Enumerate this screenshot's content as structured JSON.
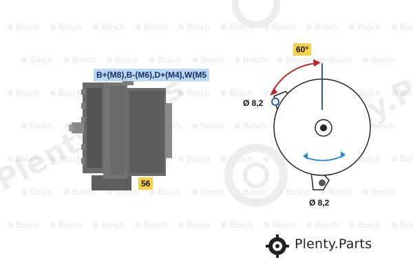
{
  "labels": {
    "terminals": "B+(M8),B-(M6),D+(M4),W(M5",
    "dimension_bottom_left": "56",
    "angle": "60°",
    "hole_upper": "Ø 8,2",
    "hole_lower": "Ø 8,2"
  },
  "watermark": {
    "repeat_text": "Bosch",
    "brand_name": "Plenty",
    "brand_suffix": ".Parts",
    "diagonal_left": "Plenty.Parts",
    "diagonal_right": "Plenty.P"
  },
  "colors": {
    "label_blue": "#b9d9f2",
    "label_yellow": "#f6d24a",
    "arrow_red": "#c0282d",
    "arrow_blue": "#2a5aa8",
    "alternator_gray": "#6e6e6e"
  }
}
